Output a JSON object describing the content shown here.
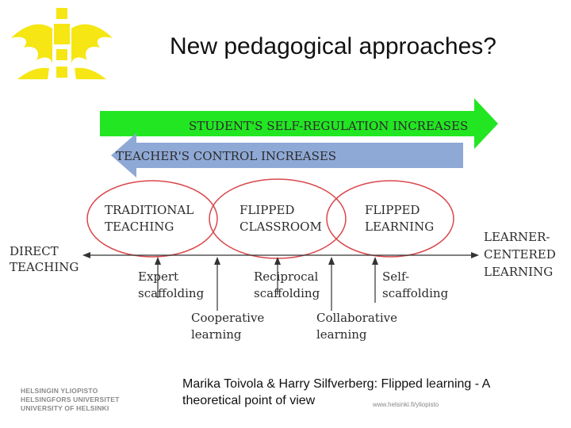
{
  "slide": {
    "title": "New pedagogical approaches?",
    "citation_line1": "Marika Toivola & Harry Silfverberg: Flipped learning - A",
    "citation_line2": "theoretical point of view",
    "website": "www.helsinki.fi/yliopisto"
  },
  "logo": {
    "icon": "helsinki-flame-logo-icon",
    "color": "#f5e614"
  },
  "university": {
    "names": [
      "HELSINGIN YLIOPISTO",
      "HELSINGFORS UNIVERSITET",
      "UNIVERSITY OF HELSINKI"
    ]
  },
  "diagram": {
    "colors": {
      "green_arrow": "#22e622",
      "blue_arrow": "#8fa9d6",
      "ellipse": "#d9474d",
      "axis": "#333333"
    },
    "green_arrow_label": "STUDENT'S SELF-REGULATION INCREASES",
    "blue_arrow_label": "TEACHER'S CONTROL INCREASES",
    "approaches": [
      {
        "line1": "TRADITIONAL",
        "line2": "TEACHING"
      },
      {
        "line1": "FLIPPED",
        "line2": "CLASSROOM"
      },
      {
        "line1": "FLIPPED",
        "line2": "LEARNING"
      }
    ],
    "left_pole": {
      "line1": "DIRECT",
      "line2": "TEACHING"
    },
    "right_pole": {
      "line1": "LEARNER-",
      "line2": "CENTERED",
      "line3": "LEARNING"
    },
    "scaffolding": [
      {
        "line1": "Expert",
        "line2": "scaffolding"
      },
      {
        "line1": "Reciprocal",
        "line2": "scaffolding"
      },
      {
        "line1": "Self-",
        "line2": "scaffolding"
      }
    ],
    "learning": [
      {
        "line1": "Cooperative",
        "line2": "learning"
      },
      {
        "line1": "Collaborative",
        "line2": "learning"
      }
    ]
  }
}
